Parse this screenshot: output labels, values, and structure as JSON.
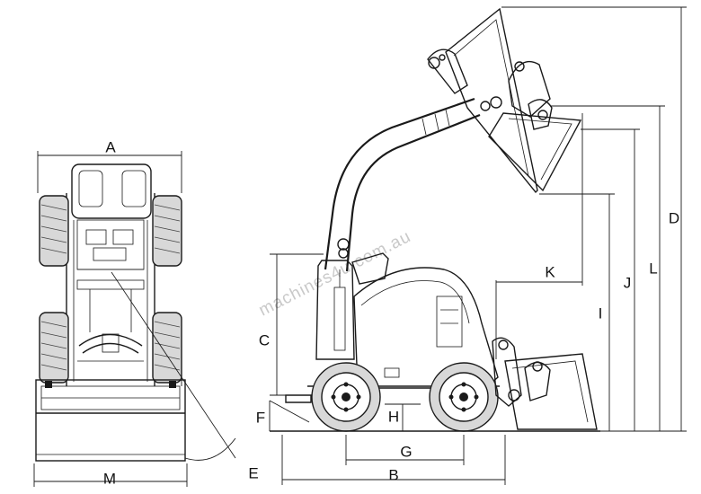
{
  "diagram": {
    "watermark": "machines4u.com.au",
    "dimensions": {
      "A": "A",
      "B": "B",
      "C": "C",
      "D": "D",
      "E": "E",
      "F": "F",
      "G": "G",
      "H": "H",
      "I": "I",
      "J": "J",
      "K": "K",
      "L": "L",
      "M": "M"
    }
  }
}
